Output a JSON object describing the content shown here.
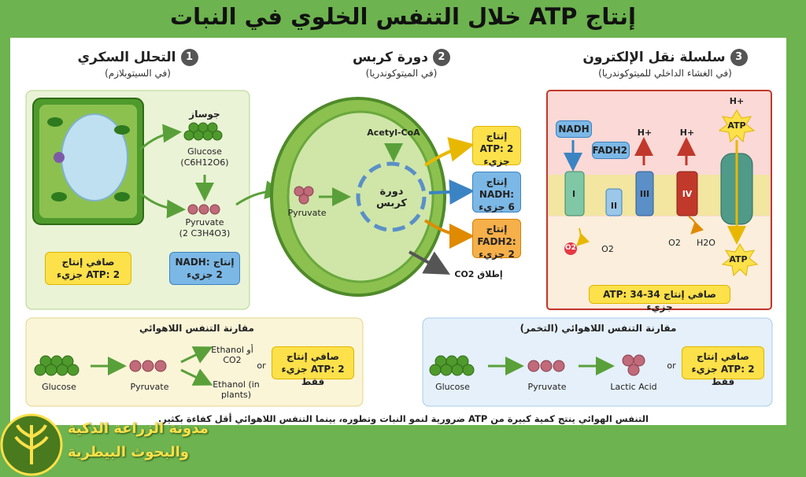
{
  "title": "إنتاج ATP خلال التنفس الخلوي في النبات",
  "sections": [
    {
      "num": "1",
      "title": "التحلل السكري",
      "subtitle": "(في السيتوبلازم)"
    },
    {
      "num": "2",
      "title": "دورة كربس",
      "subtitle": "(في الميتوكوندريا)"
    },
    {
      "num": "3",
      "title": "سلسلة نقل الإلكترون",
      "subtitle": "(في الغشاء الداخلي للميتوكوندريا)"
    }
  ],
  "glycolysis": {
    "glucose_ar": "جوساز",
    "glucose": "Glucose",
    "glucose_formula": "(C6H12O6)",
    "pyruvate": "Pyruvate",
    "pyruvate_formula": "(2 C3H4O3)",
    "atp_box": "صافي إنتاج ATP: 2 جزيء",
    "nadh_box": "إنتاج NADH: 2 جزيء"
  },
  "krebs": {
    "acetyl": "Acetyl-CoA",
    "cycle_label": "دورة كربس",
    "pyruvate": "Pyruvate",
    "atp_box": "إنتاج ATP: 2 جزيء",
    "nadh_box": "إنتاج NADH: 6 جزيء",
    "fadh_box": "إنتاج FADH2: 2 جزيء",
    "co2": "إطلاق CO2"
  },
  "etc": {
    "nadh": "NADH",
    "fadh": "FADH2",
    "h": "H+",
    "atp": "ATP",
    "complexes": [
      "I",
      "II",
      "III",
      "IV"
    ],
    "o2": "O2",
    "o2b": "O2",
    "o2c": "O2",
    "h2o": "H2O",
    "net_box": "صافي إنتاج ATP: 34-34 جزيء"
  },
  "anaerobic_plants": {
    "title": "مقارنة التنفس اللاهوائي",
    "glucose": "Glucose",
    "pyruvate": "Pyruvate",
    "ethanol_co2": "Ethanol أو CO2",
    "or": "or",
    "ethanol_plants": "Ethanol (in plants)",
    "net_box": "صافي إنتاج ATP: 2 جزيء فقط"
  },
  "anaerobic_ferment": {
    "title": "مقارنة التنفس اللاهوائي (التخمر)",
    "glucose": "Glucose",
    "pyruvate": "Pyruvate",
    "lactic": "Lactic Acid",
    "or": "or",
    "net_box": "صافي إنتاج ATP: 2 جزيء فقط"
  },
  "bottom_note": "التنفس الهوائي ينتج كمية كبيرة من ATP ضرورية لنمو النبات وتطوره، بينما التنفس اللاهوائي أقل كفاءة بكثير.",
  "logo": {
    "line1": "مدونة الزراعة الذكية",
    "line2": "والبحوث البيطرية"
  },
  "colors": {
    "bg": "#6db34f",
    "yellow": "#fde14a",
    "blue": "#7cb8e6",
    "orange": "#f6b04a",
    "mito": "#8cc150"
  }
}
